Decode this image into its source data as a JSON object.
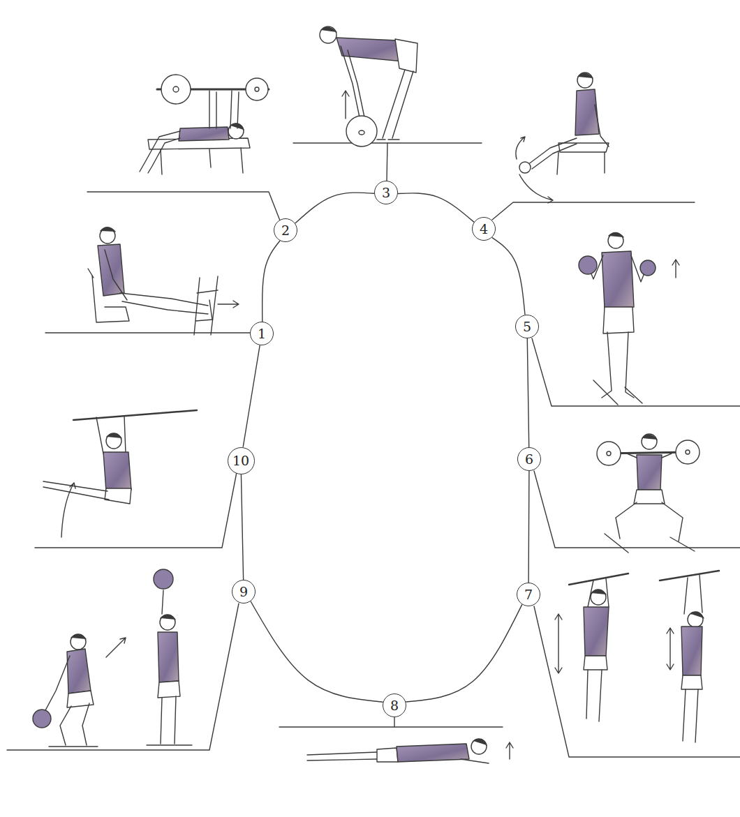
{
  "diagram": {
    "nodes": [
      {
        "text": [
          "1"
        ]
      },
      {
        "text": [
          "2"
        ]
      },
      {
        "text": [
          "3"
        ]
      },
      {
        "text": [
          "4"
        ]
      },
      {
        "text": [
          "5"
        ]
      },
      {
        "text": [
          "6"
        ]
      },
      {
        "text": [
          "7"
        ]
      },
      {
        "text": [
          "8"
        ]
      },
      {
        "text": [
          "9"
        ]
      },
      {
        "text": [
          "10"
        ]
      }
    ],
    "edges": [
      {
        "from": 0,
        "to": 1,
        "arrow": "none"
      },
      {
        "from": 1,
        "to": 2,
        "arrow": "none"
      },
      {
        "from": 2,
        "to": 3,
        "arrow": "none"
      },
      {
        "from": 3,
        "to": 4,
        "arrow": "none"
      },
      {
        "from": 4,
        "to": 5,
        "arrow": "none"
      },
      {
        "from": 5,
        "to": 6,
        "arrow": "none"
      },
      {
        "from": 6,
        "to": 7,
        "arrow": "none"
      },
      {
        "from": 7,
        "to": 8,
        "arrow": "none"
      },
      {
        "from": 8,
        "to": 9,
        "arrow": "none"
      },
      {
        "from": 9,
        "to": 0,
        "arrow": "none"
      }
    ]
  }
}
